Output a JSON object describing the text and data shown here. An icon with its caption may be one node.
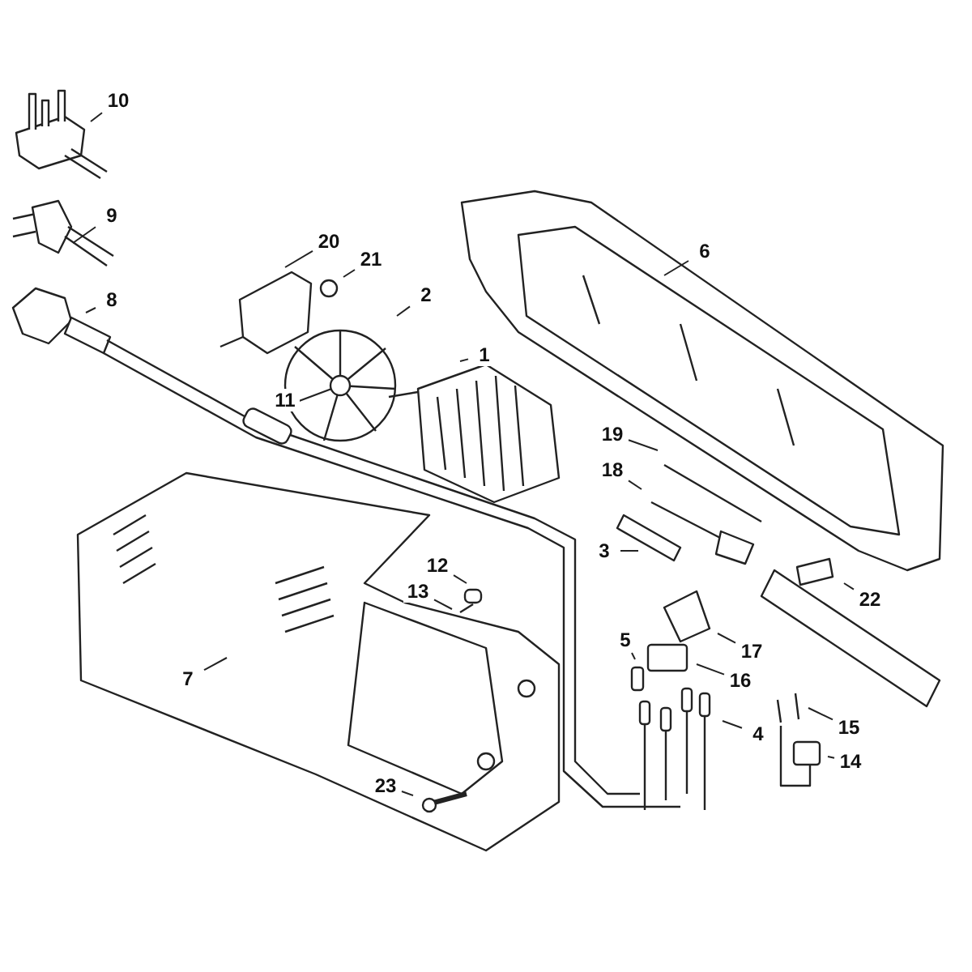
{
  "diagram": {
    "nodes": [
      {
        "text": [
          "10"
        ]
      },
      {
        "text": [
          "9"
        ]
      },
      {
        "text": [
          "20"
        ]
      },
      {
        "text": [
          "6"
        ]
      },
      {
        "text": [
          "21"
        ]
      },
      {
        "text": [
          "2"
        ]
      },
      {
        "text": [
          "8"
        ]
      },
      {
        "text": [
          "1"
        ]
      },
      {
        "text": [
          "11"
        ]
      },
      {
        "text": [
          "19"
        ]
      },
      {
        "text": [
          "18"
        ]
      },
      {
        "text": [
          "3"
        ]
      },
      {
        "text": [
          "12"
        ]
      },
      {
        "text": [
          "22"
        ]
      },
      {
        "text": [
          "13"
        ]
      },
      {
        "text": [
          "5"
        ]
      },
      {
        "text": [
          "17"
        ]
      },
      {
        "text": [
          "7"
        ]
      },
      {
        "text": [
          "16"
        ]
      },
      {
        "text": [
          "4"
        ]
      },
      {
        "text": [
          "15"
        ]
      },
      {
        "text": [
          "14"
        ]
      },
      {
        "text": [
          "23"
        ]
      }
    ],
    "edges": [
      {
        "from": 0,
        "to": null,
        "arrow": "none"
      },
      {
        "from": 1,
        "to": null,
        "arrow": "none"
      },
      {
        "from": 2,
        "to": null,
        "arrow": "none"
      },
      {
        "from": 3,
        "to": null,
        "arrow": "none"
      },
      {
        "from": 4,
        "to": null,
        "arrow": "none"
      },
      {
        "from": 5,
        "to": null,
        "arrow": "none"
      },
      {
        "from": 6,
        "to": null,
        "arrow": "none"
      },
      {
        "from": 7,
        "to": null,
        "arrow": "none"
      },
      {
        "from": 8,
        "to": null,
        "arrow": "none"
      },
      {
        "from": 9,
        "to": null,
        "arrow": "none"
      },
      {
        "from": 10,
        "to": null,
        "arrow": "none"
      },
      {
        "from": 11,
        "to": null,
        "arrow": "none"
      },
      {
        "from": 12,
        "to": null,
        "arrow": "none"
      },
      {
        "from": 13,
        "to": null,
        "arrow": "none"
      },
      {
        "from": 14,
        "to": null,
        "arrow": "none"
      },
      {
        "from": 15,
        "to": null,
        "arrow": "none"
      },
      {
        "from": 16,
        "to": null,
        "arrow": "none"
      },
      {
        "from": 17,
        "to": null,
        "arrow": "none"
      },
      {
        "from": 18,
        "to": null,
        "arrow": "none"
      },
      {
        "from": 19,
        "to": null,
        "arrow": "none"
      },
      {
        "from": 20,
        "to": null,
        "arrow": "none"
      },
      {
        "from": 21,
        "to": null,
        "arrow": "none"
      },
      {
        "from": 22,
        "to": null,
        "arrow": "none"
      }
    ]
  }
}
